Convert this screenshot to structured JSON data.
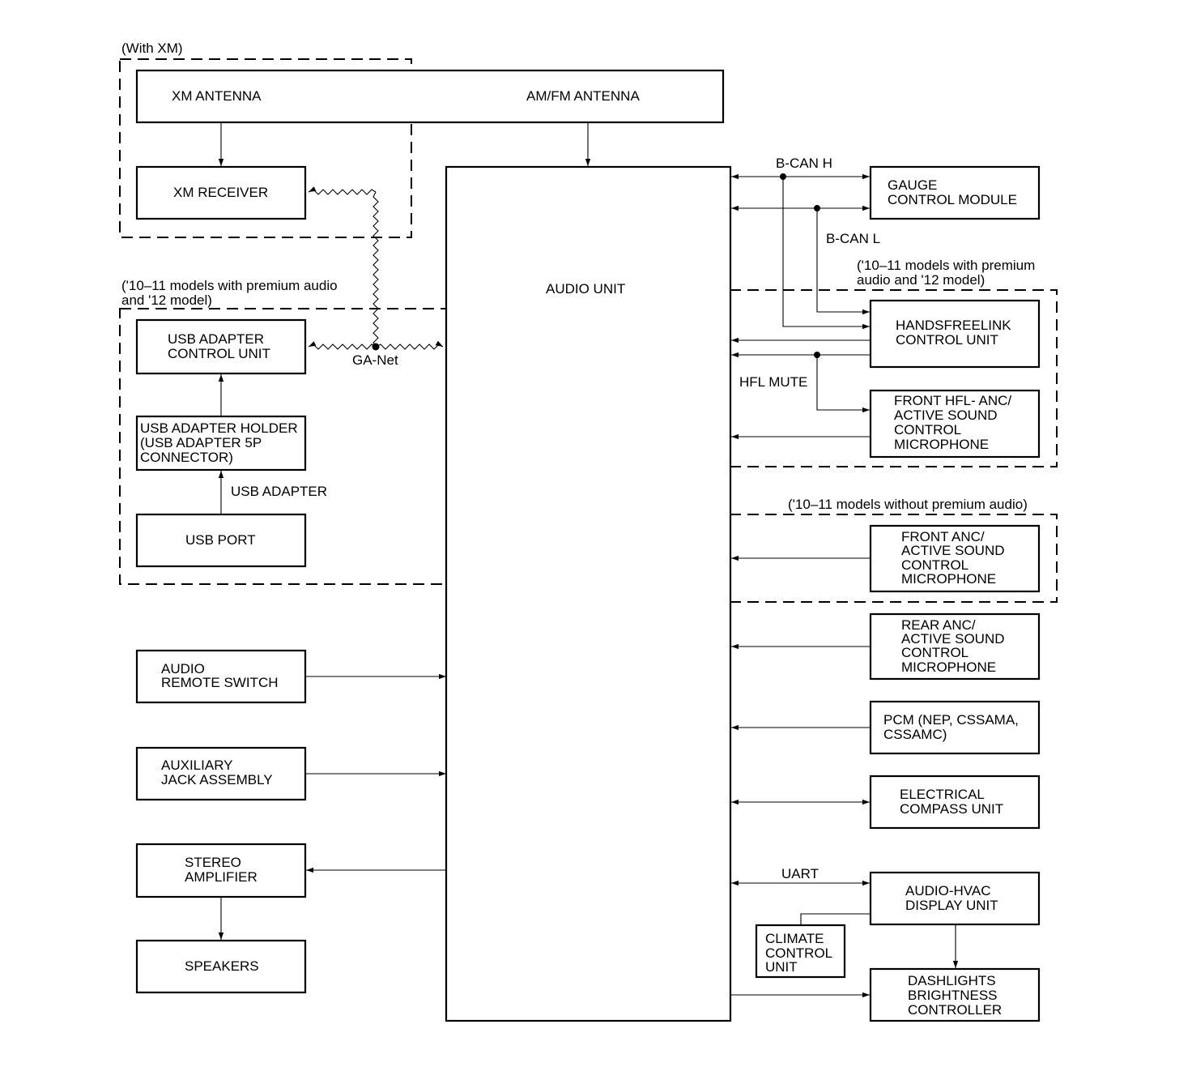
{
  "regions": {
    "with_xm": "(With XM)",
    "premium_left": [
      "('10–11 models with premium audio",
      "and '12 model)"
    ],
    "premium_right": [
      "('10–11 models with premium",
      "audio and '12 model)"
    ],
    "without_premium": "('10–11 models without premium audio)"
  },
  "blocks": {
    "xm_antenna": [
      "XM ANTENNA"
    ],
    "am_fm_antenna": [
      "AM/FM ANTENNA"
    ],
    "xm_receiver": [
      "XM RECEIVER"
    ],
    "audio_unit": [
      "AUDIO UNIT"
    ],
    "gauge_control_module": [
      "GAUGE",
      "CONTROL MODULE"
    ],
    "usb_adapter_control_unit": [
      "USB ADAPTER",
      "CONTROL UNIT"
    ],
    "usb_adapter_holder": [
      "USB ADAPTER HOLDER",
      "(USB ADAPTER 5P",
      "CONNECTOR)"
    ],
    "usb_port": [
      "USB PORT"
    ],
    "handsfreelink_control_unit": [
      "HANDSFREELINK",
      "CONTROL UNIT"
    ],
    "front_hfl_anc_mic": [
      "FRONT HFL- ANC/",
      "ACTIVE SOUND",
      "CONTROL",
      "MICROPHONE"
    ],
    "front_anc_mic": [
      "FRONT ANC/",
      "ACTIVE SOUND",
      "CONTROL",
      "MICROPHONE"
    ],
    "rear_anc_mic": [
      "REAR ANC/",
      "ACTIVE SOUND",
      "CONTROL",
      "MICROPHONE"
    ],
    "audio_remote_switch": [
      "AUDIO",
      "REMOTE SWITCH"
    ],
    "pcm": [
      "PCM (NEP, CSSAMA,",
      "CSSAMC)"
    ],
    "auxiliary_jack_assembly": [
      "AUXILIARY",
      "JACK ASSEMBLY"
    ],
    "electrical_compass_unit": [
      "ELECTRICAL",
      "COMPASS UNIT"
    ],
    "stereo_amplifier": [
      "STEREO",
      "AMPLIFIER"
    ],
    "audio_hvac_display_unit": [
      "AUDIO-HVAC",
      "DISPLAY UNIT"
    ],
    "climate_control_unit": [
      "CLIMATE",
      "CONTROL",
      "UNIT"
    ],
    "speakers": [
      "SPEAKERS"
    ],
    "dashlights_brightness_controller": [
      "DASHLIGHTS",
      "BRIGHTNESS",
      "CONTROLLER"
    ]
  },
  "signals": {
    "b_can_h": "B-CAN H",
    "b_can_l": "B-CAN L",
    "ga_net": "GA-Net",
    "hfl_mute": "HFL MUTE",
    "usb_adapter": "USB ADAPTER",
    "uart": "UART"
  }
}
